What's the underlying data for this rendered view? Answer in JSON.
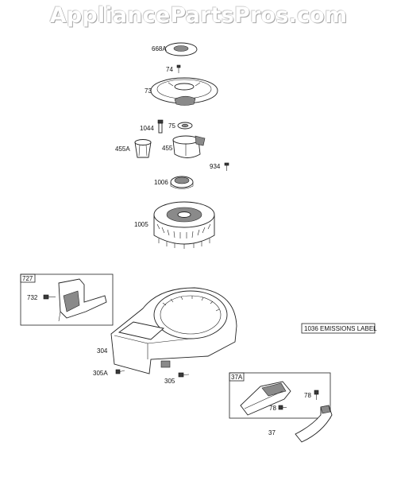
{
  "watermark": "AppliancePartsPros.com",
  "parts": {
    "p668a": "668A",
    "p74": "74",
    "p73": "73",
    "p1044": "1044",
    "p75": "75",
    "p455a": "455A",
    "p455": "455",
    "p934": "934",
    "p1006": "1006",
    "p1005": "1005",
    "p727": "727",
    "p732": "732",
    "p304": "304",
    "p305a": "305A",
    "p305": "305",
    "p1036": "1036 EMISSIONS LABEL",
    "p37a": "37A",
    "p78a": "78",
    "p78b": "78",
    "p37": "37"
  }
}
